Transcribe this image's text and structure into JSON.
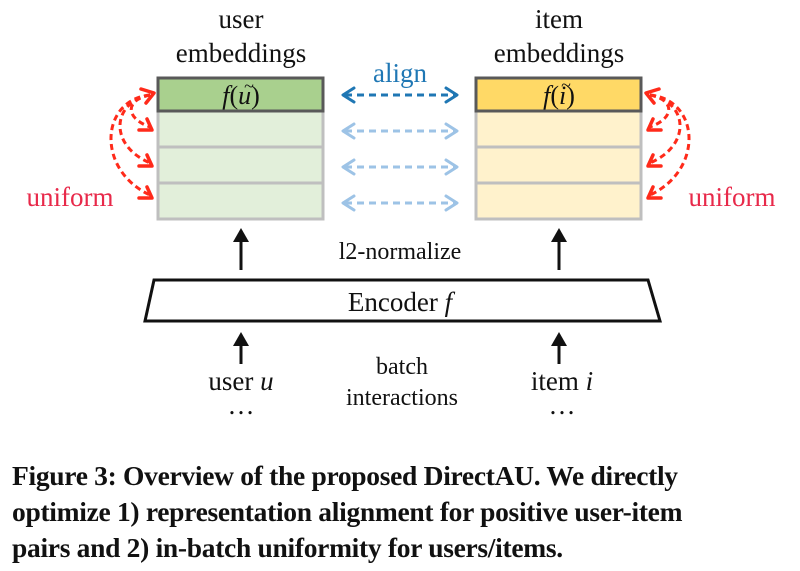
{
  "colors": {
    "user_header_fill": "#a9d08e",
    "user_row_fill": "#e2efda",
    "item_header_fill": "#ffd966",
    "item_row_fill": "#fff2cc",
    "header_border": "#595959",
    "row_border": "#bfbfbf",
    "align_primary": "#1f77b4",
    "align_secondary": "#9dc3e6",
    "uniform": "#ff2a1a",
    "uniform_text": "#e8294a",
    "ink": "#111111"
  },
  "diagram": {
    "user_column": {
      "title_line1": "user",
      "title_line2": "embeddings",
      "header_func": "f",
      "header_var": "u",
      "row_count": 3
    },
    "item_column": {
      "title_line1": "item",
      "title_line2": "embeddings",
      "header_func": "f",
      "header_var": "i",
      "row_count": 3
    },
    "align_label": "align",
    "uniform_label_left": "uniform",
    "uniform_label_right": "uniform",
    "normalize_label": "l2-normalize",
    "encoder_label": "Encoder",
    "encoder_symbol": "f",
    "user_input_label": "user",
    "user_input_symbol": "u",
    "item_input_label": "item",
    "item_input_symbol": "i",
    "batch_label_line1": "batch",
    "batch_label_line2": "interactions",
    "ellipsis": "…"
  },
  "caption": {
    "lines": [
      "Figure 3: Overview of the proposed DirectAU. We directly",
      "optimize 1) representation alignment for positive user-item",
      "pairs and 2) in-batch uniformity for users/items."
    ]
  }
}
